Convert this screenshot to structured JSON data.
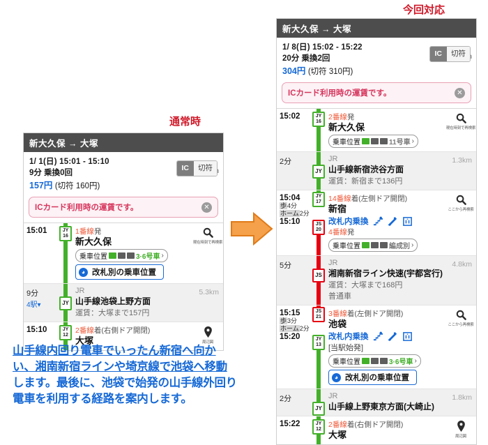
{
  "labels": {
    "normal": "通常時",
    "this_time": "今回対応"
  },
  "caption": {
    "underlined": "山手線内回り電車でいったん新宿へ向かい、湘南新宿ラインや埼京線で池袋へ移動",
    "rest": "します。最後に、池袋で始発の山手線外回り電車を利用する経路を案内します。"
  },
  "icons": {
    "research_now": {
      "glyph": "search-icon",
      "label": "現在時刻で再検索"
    },
    "research_here": {
      "glyph": "search-icon",
      "label": "ここから再検索"
    },
    "area_map": {
      "glyph": "map-pin-icon",
      "label": "周辺図"
    },
    "stairs": "stairs-icon",
    "escalator": "escalator-icon",
    "elevator": "elevator-icon"
  },
  "common": {
    "jr": "JR",
    "notice": "ICカード利用時の運賃です。",
    "close": "✕",
    "ic": "IC",
    "ticket": "切符",
    "boarding_pos": "乗車位置",
    "gate_button": "改札別の乗車位置",
    "gate_icon": "compass-icon",
    "transfer_inside": "改札内乗換",
    "arrow": "›"
  },
  "left": {
    "header": "新大久保 → 大塚",
    "date": "1/ 1(日) 15:01 - 15:10",
    "duration": "9分",
    "transfers": "乗換0回",
    "distance": "5.3km",
    "fare": "157円",
    "fare_ticket": "(切符 160円)",
    "rows": [
      {
        "time": "15:01",
        "num": "JY16",
        "color": "g",
        "platform": "1番線",
        "platform_suffix": "発",
        "name": "新大久保",
        "pos_cars": "3·6号車",
        "has_gate_btn": true,
        "action": "research_now"
      },
      {
        "type": "leg",
        "dur": "9分",
        "stops": "4駅▾",
        "line_badge": "JY",
        "operator": "JR",
        "train": "山手線池袋上野方面",
        "fare_note": "運賃：大塚まで157円",
        "km": "5.3km",
        "color": "g"
      },
      {
        "time": "15:10",
        "num": "JY12",
        "color": "g",
        "platform": "2番線",
        "platform_suffix": "着(右側ドア開閉)",
        "name": "大塚",
        "action": "area_map"
      }
    ]
  },
  "right": {
    "header": "新大久保 → 大塚",
    "date": "1/ 8(日) 15:02 - 15:22",
    "duration": "20分",
    "transfers": "乗換2回",
    "distance": "7.9km",
    "fare": "304円",
    "fare_ticket": "(切符 310円)",
    "rows": [
      {
        "time": "15:02",
        "num": "JY16",
        "color": "g",
        "platform": "2番線",
        "platform_suffix": "発",
        "name": "新大久保",
        "pos_cars": "11号車",
        "pos_gray": true,
        "action": "research_now"
      },
      {
        "type": "leg",
        "dur": "2分",
        "line_badge": "JY",
        "operator": "JR",
        "train": "山手線新宿渋谷方面",
        "fare_note": "運賃：新宿まで136円",
        "km": "1.3km",
        "color": "g"
      },
      {
        "time": "15:04",
        "num": "JY17",
        "color": "g",
        "platform": "14番線",
        "platform_suffix": "着(左側ドア開閉)",
        "name": "新宿",
        "transfer": true,
        "walk": "歩4分",
        "home": "ホーム2分",
        "time2": "15:10",
        "num2": "JS20",
        "color2": "r",
        "platform2": "4番線",
        "platform2_suffix": "発",
        "pos_cars2": "編成別",
        "action": "research_here"
      },
      {
        "type": "leg",
        "dur": "5分",
        "line_badge": "JS",
        "operator": "JR",
        "train": "湘南新宿ライン快速(宇都宮行)",
        "fare_note": "運賃：大塚まで168円",
        "car_class": "普通車",
        "km": "4.8km",
        "color": "r"
      },
      {
        "time": "15:15",
        "num": "JS21",
        "color": "r",
        "platform": "3番線",
        "platform_suffix": "着(左側ドア開閉)",
        "name": "池袋",
        "transfer": true,
        "walk": "歩3分",
        "home": "ホーム2分",
        "time2": "15:20",
        "num2": "JY13",
        "color2": "g",
        "bracket": "[当駅始発]",
        "pos_cars2": "3·6号車",
        "has_gate_btn": true,
        "action": "research_here"
      },
      {
        "type": "leg",
        "dur": "2分",
        "line_badge": "JY",
        "operator": "JR",
        "train": "山手線上野東京方面(大崎止)",
        "km": "1.8km",
        "color": "g"
      },
      {
        "time": "15:22",
        "num": "JY12",
        "color": "g",
        "platform": "2番線",
        "platform_suffix": "着(右側ドア開閉)",
        "name": "大塚",
        "action": "area_map"
      }
    ]
  }
}
